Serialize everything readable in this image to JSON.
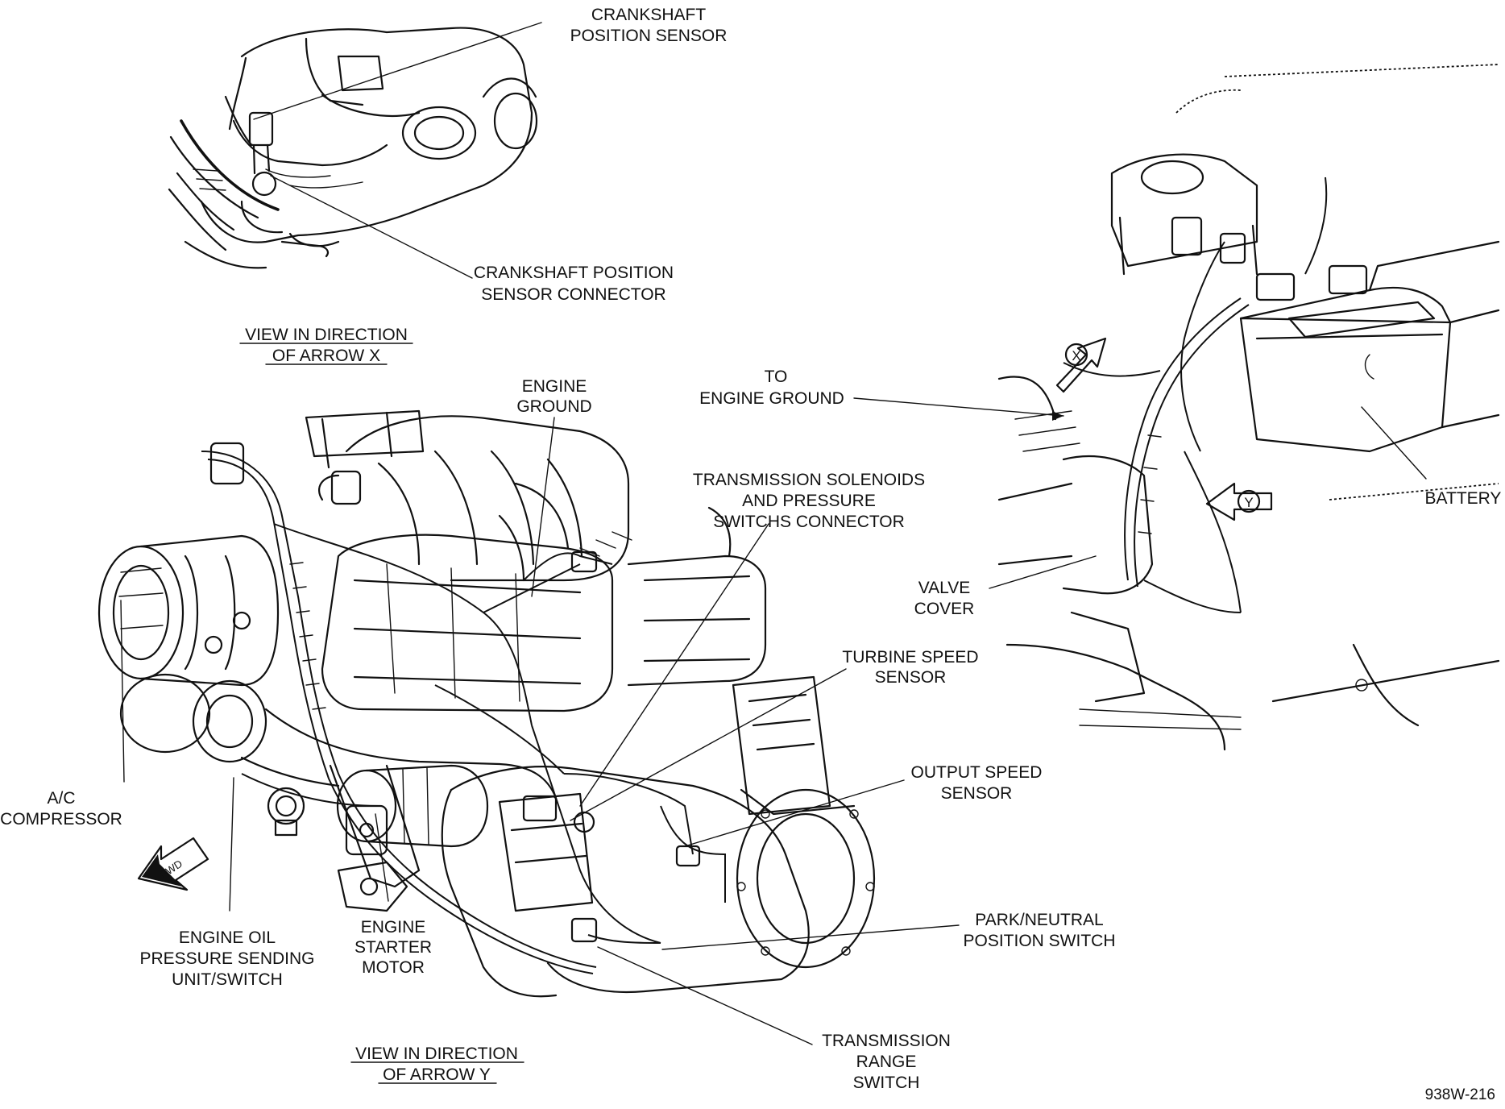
{
  "labels": {
    "crankshaft_position_sensor": [
      "CRANKSHAFT",
      "POSITION SENSOR"
    ],
    "crankshaft_position_sensor_connector": [
      "CRANKSHAFT POSITION",
      "SENSOR CONNECTOR"
    ],
    "view_arrow_x": [
      "VIEW IN DIRECTION",
      "OF ARROW X"
    ],
    "engine_ground": [
      "ENGINE",
      "GROUND"
    ],
    "to_engine_ground": [
      "TO",
      "ENGINE GROUND"
    ],
    "transmission_solenoids": [
      "TRANSMISSION SOLENOIDS",
      "AND PRESSURE",
      "SWITCHS CONNECTOR"
    ],
    "battery": [
      "BATTERY"
    ],
    "valve_cover": [
      "VALVE",
      "COVER"
    ],
    "turbine_speed_sensor": [
      "TURBINE SPEED",
      "SENSOR"
    ],
    "ac_compressor": [
      "A/C",
      "COMPRESSOR"
    ],
    "output_speed_sensor": [
      "OUTPUT SPEED",
      "SENSOR"
    ],
    "engine_oil_pressure": [
      "ENGINE OIL",
      "PRESSURE SENDING",
      "UNIT/SWITCH"
    ],
    "engine_starter_motor": [
      "ENGINE",
      "STARTER",
      "MOTOR"
    ],
    "park_neutral_switch": [
      "PARK/NEUTRAL",
      "POSITION SWITCH"
    ],
    "view_arrow_y": [
      "VIEW IN DIRECTION",
      "OF ARROW Y"
    ],
    "transmission_range_switch": [
      "TRANSMISSION",
      "RANGE",
      "SWITCH"
    ]
  },
  "arrow_markers": {
    "x": "X",
    "y": "Y",
    "forward": "FWD"
  },
  "figure_code": "938W-216"
}
